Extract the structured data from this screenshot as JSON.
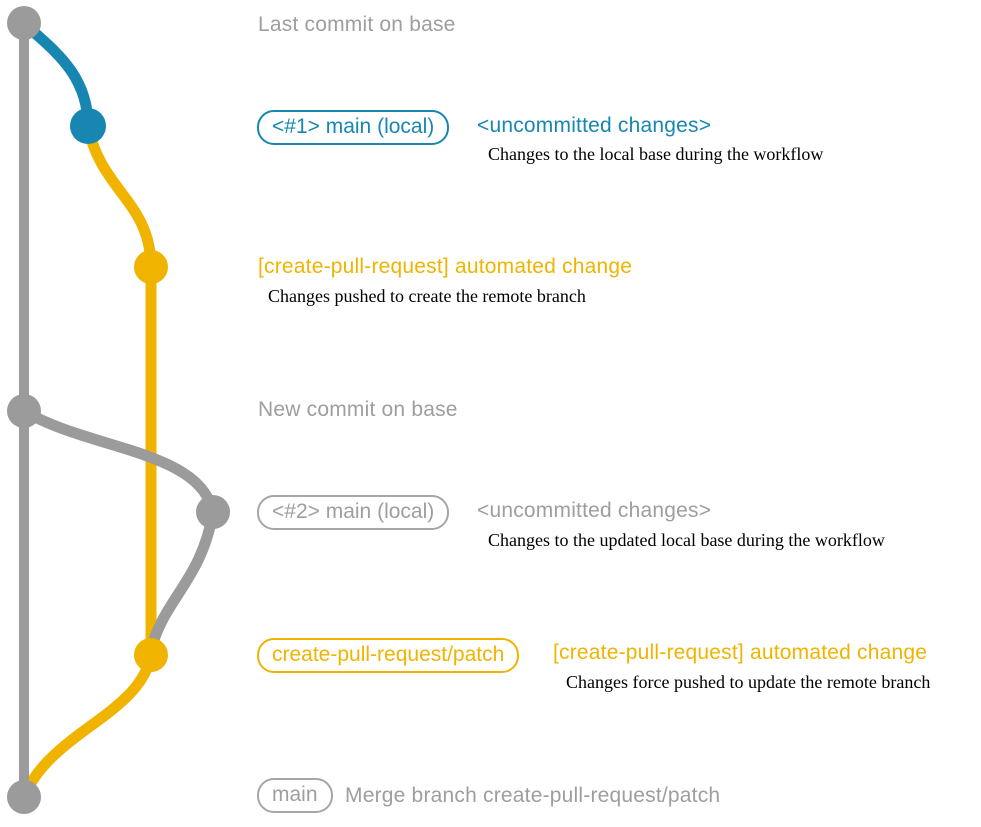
{
  "colors": {
    "graph_gray": "#9b9b9b",
    "badge_gray": "#a6a6a6",
    "text_gray": "#9e9e9e",
    "teal": "#1787b2",
    "yellow": "#f0b400",
    "text_black": "#000000",
    "background": "#ffffff"
  },
  "graph": {
    "branches": [
      {
        "name": "base",
        "color": "gray"
      },
      {
        "name": "main (local)",
        "color": "teal"
      },
      {
        "name": "create-pull-request/patch",
        "color": "yellow"
      }
    ],
    "nodes": [
      {
        "id": "last-commit-on-base",
        "color": "gray"
      },
      {
        "id": "local-main-1-uncommitted",
        "color": "teal"
      },
      {
        "id": "automated-change-1",
        "color": "yellow"
      },
      {
        "id": "new-commit-on-base",
        "color": "gray"
      },
      {
        "id": "local-main-2-uncommitted",
        "color": "gray"
      },
      {
        "id": "automated-change-2-force-pushed",
        "color": "yellow"
      },
      {
        "id": "merge-commit",
        "color": "gray"
      }
    ]
  },
  "labels": {
    "last_commit": "Last commit on base",
    "branch1_badge": "<#1> main (local)",
    "branch1_status": "<uncommitted changes>",
    "branch1_desc": "Changes to the local base during the workflow",
    "commit1_title": "[create-pull-request] automated change",
    "commit1_desc": "Changes pushed to create the remote branch",
    "new_commit": "New commit on base",
    "branch2_badge": "<#2> main (local)",
    "branch2_status": "<uncommitted changes>",
    "branch2_desc": "Changes to the updated local base during the workflow",
    "patch_badge": "create-pull-request/patch",
    "commit2_title": "[create-pull-request] automated change",
    "commit2_desc": "Changes force pushed to update the remote branch",
    "main_badge": "main",
    "merge_message": "Merge branch create-pull-request/patch"
  }
}
